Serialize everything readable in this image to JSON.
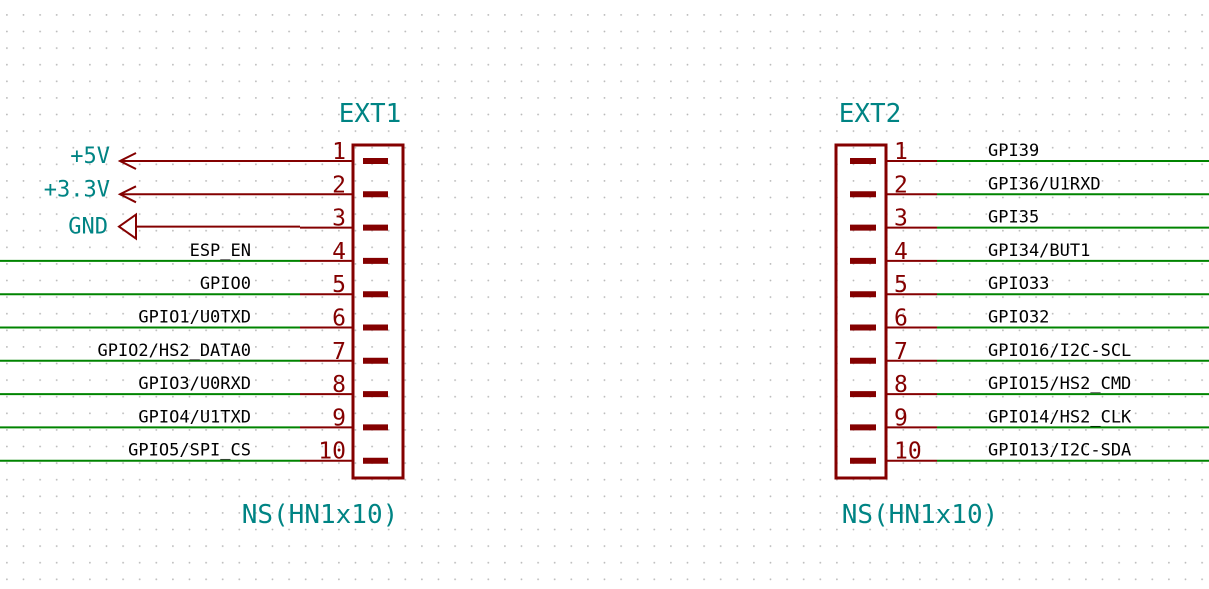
{
  "colors": {
    "background": "#ffffff",
    "grid_dot": "#b8b8b8",
    "component": "#840000",
    "wire": "#008400",
    "reference_text": "#008484",
    "net_label_text": "#000000"
  },
  "connectors": [
    {
      "reference": "EXT1",
      "value": "NS(HN1x10)",
      "pins": [
        {
          "number": "1",
          "net": "+5V",
          "kind": "power"
        },
        {
          "number": "2",
          "net": "+3.3V",
          "kind": "power"
        },
        {
          "number": "3",
          "net": "GND",
          "kind": "ground"
        },
        {
          "number": "4",
          "net": "ESP_EN",
          "kind": "label"
        },
        {
          "number": "5",
          "net": "GPIO0",
          "kind": "label"
        },
        {
          "number": "6",
          "net": "GPIO1/U0TXD",
          "kind": "label"
        },
        {
          "number": "7",
          "net": "GPIO2/HS2_DATA0",
          "kind": "label"
        },
        {
          "number": "8",
          "net": "GPIO3/U0RXD",
          "kind": "label"
        },
        {
          "number": "9",
          "net": "GPIO4/U1TXD",
          "kind": "label"
        },
        {
          "number": "10",
          "net": "GPIO5/SPI_CS",
          "kind": "label"
        }
      ]
    },
    {
      "reference": "EXT2",
      "value": "NS(HN1x10)",
      "pins": [
        {
          "number": "1",
          "net": "GPI39",
          "kind": "label"
        },
        {
          "number": "2",
          "net": "GPI36/U1RXD",
          "kind": "label"
        },
        {
          "number": "3",
          "net": "GPI35",
          "kind": "label"
        },
        {
          "number": "4",
          "net": "GPI34/BUT1",
          "kind": "label"
        },
        {
          "number": "5",
          "net": "GPIO33",
          "kind": "label"
        },
        {
          "number": "6",
          "net": "GPIO32",
          "kind": "label"
        },
        {
          "number": "7",
          "net": "GPIO16/I2C-SCL",
          "kind": "label"
        },
        {
          "number": "8",
          "net": "GPIO15/HS2_CMD",
          "kind": "label"
        },
        {
          "number": "9",
          "net": "GPIO14/HS2_CLK",
          "kind": "label"
        },
        {
          "number": "10",
          "net": "GPIO13/I2C-SDA",
          "kind": "label"
        }
      ]
    }
  ]
}
